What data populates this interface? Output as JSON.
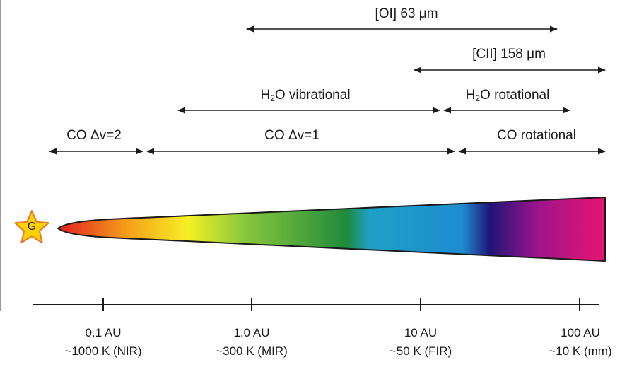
{
  "star": {
    "label": "G",
    "fill": "#ffd200",
    "stroke": "#e8782a"
  },
  "bands": [
    {
      "id": "oi",
      "label": "[OI] 63 μm"
    },
    {
      "id": "cii",
      "label": "[CII] 158 μm"
    },
    {
      "id": "h2o_vib",
      "label_pre": "H",
      "label_sub": "2",
      "label_post": "O vibrational"
    },
    {
      "id": "h2o_rot",
      "label_pre": "H",
      "label_sub": "2",
      "label_post": "O rotational"
    },
    {
      "id": "co_dv2",
      "label": "CO Δv=2"
    },
    {
      "id": "co_dv1",
      "label": "CO Δv=1"
    },
    {
      "id": "co_rot",
      "label": "CO rotational"
    }
  ],
  "axis": {
    "ticks": [
      {
        "distance": "0.1 AU",
        "temperature": "~1000 K (NIR)"
      },
      {
        "distance": "1.0 AU",
        "temperature": "~300 K (MIR)"
      },
      {
        "distance": "10 AU",
        "temperature": "~50 K (FIR)"
      },
      {
        "distance": "100 AU",
        "temperature": "~10 K (mm)"
      }
    ]
  },
  "disk_gradient_colors": [
    "#e01e1e",
    "#f5a01a",
    "#f5f024",
    "#8ac83c",
    "#1f8a3c",
    "#1ea0c8",
    "#1e8ccf",
    "#1e1478",
    "#a0148c",
    "#e6146e"
  ]
}
